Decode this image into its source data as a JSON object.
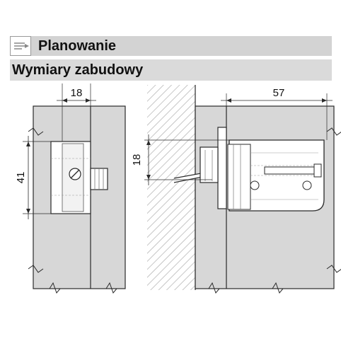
{
  "header": {
    "title": "Planowanie",
    "subtitle": "Wymiary zabudowy"
  },
  "icon": "document-arrow-icon",
  "dimensions": {
    "width_left": "18",
    "height_left": "41",
    "height_right": "18",
    "depth_right": "57"
  },
  "colors": {
    "panel": "#d7d7d7",
    "bar": "#d3d3d3",
    "hatch": "#b4b4b4",
    "line": "#2a2a2a"
  }
}
